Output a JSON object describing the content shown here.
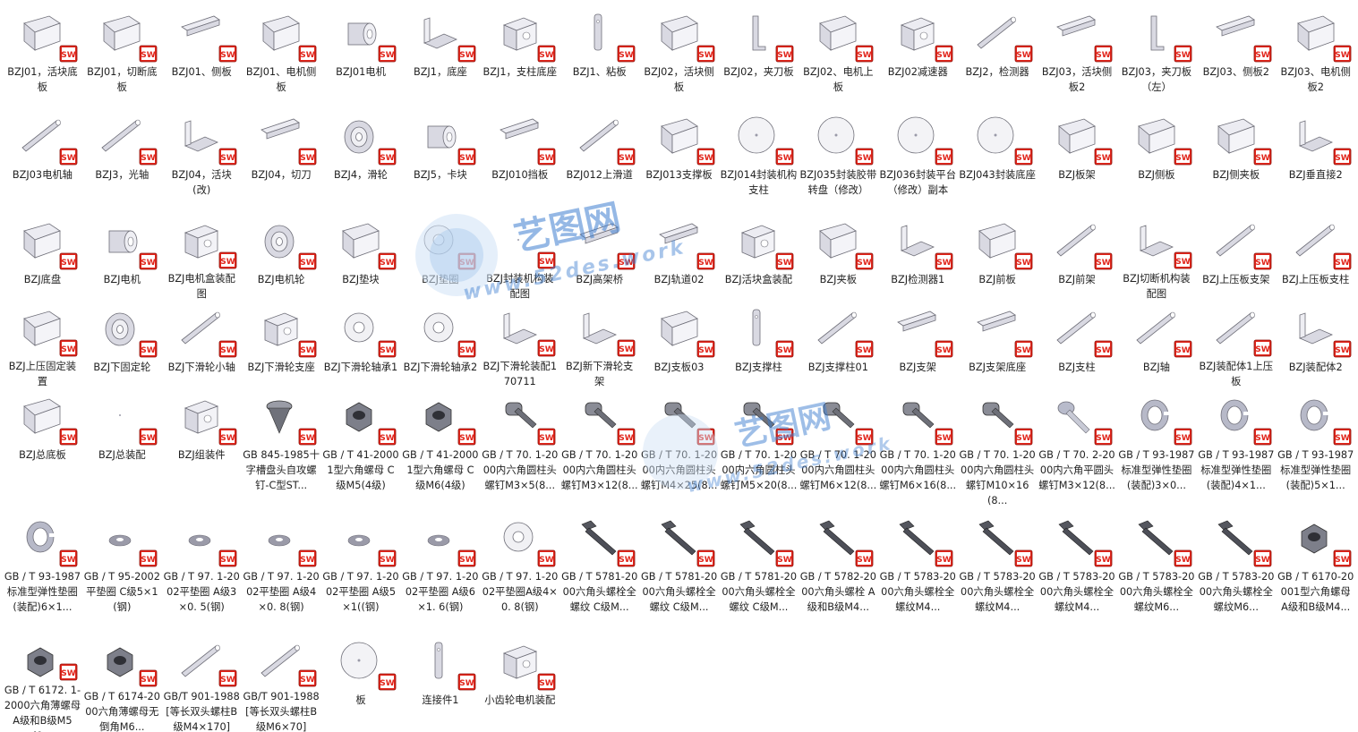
{
  "files": [
    {
      "label": "BZJ01，活块底板",
      "icon": "plate-icon"
    },
    {
      "label": "BZJ01，切断底板",
      "icon": "plate-icon"
    },
    {
      "label": "BZJ01、侧板",
      "icon": "bar-icon"
    },
    {
      "label": "BZJ01、电机侧板",
      "icon": "plate-icon"
    },
    {
      "label": "BZJ01电机",
      "icon": "cylinder-icon"
    },
    {
      "label": "BZJ1，底座",
      "icon": "bracket-icon"
    },
    {
      "label": "BZJ1，支柱底座",
      "icon": "box-icon"
    },
    {
      "label": "BZJ1、粘板",
      "icon": "strip-icon"
    },
    {
      "label": "BZJ02，活块侧板",
      "icon": "plate-icon"
    },
    {
      "label": "BZJ02，夹刀板",
      "icon": "hook-icon"
    },
    {
      "label": "BZJ02、电机上板",
      "icon": "plate-icon"
    },
    {
      "label": "BZJ02减速器",
      "icon": "box-icon"
    },
    {
      "label": "BZJ2，检测器",
      "icon": "rod-icon"
    },
    {
      "label": "BZJ03，活块侧板2",
      "icon": "bar-icon"
    },
    {
      "label": "BZJ03，夹刀板（左）",
      "icon": "hook-icon"
    },
    {
      "label": "BZJ03、侧板2",
      "icon": "bar-icon"
    },
    {
      "label": "BZJ03、电机侧板2",
      "icon": "plate-icon"
    },
    {
      "label": "BZJ03电机轴",
      "icon": "rod-icon"
    },
    {
      "label": "BZJ3，光轴",
      "icon": "rod-icon"
    },
    {
      "label": "BZJ04，活块(改)",
      "icon": "bracket-icon"
    },
    {
      "label": "BZJ04，切刀",
      "icon": "bar-icon"
    },
    {
      "label": "BZJ4，滑轮",
      "icon": "pulley-icon"
    },
    {
      "label": "BZJ5，卡块",
      "icon": "cylinder-icon"
    },
    {
      "label": "BZJ010挡板",
      "icon": "bar-icon"
    },
    {
      "label": "BZJ012上滑道",
      "icon": "rod-icon"
    },
    {
      "label": "BZJ013支撑板",
      "icon": "plate-icon"
    },
    {
      "label": "BZJ014封装机构支柱",
      "icon": "disc-icon"
    },
    {
      "label": "BZJ035封装胶带转盘（修改）",
      "icon": "disc-icon"
    },
    {
      "label": "BZJ036封装平台（修改）副本",
      "icon": "disc-icon"
    },
    {
      "label": "BZJ043封装底座",
      "icon": "disc-icon"
    },
    {
      "label": "BZJ板架",
      "icon": "plate-icon"
    },
    {
      "label": "BZJ侧板",
      "icon": "plate-icon"
    },
    {
      "label": "BZJ侧夹板",
      "icon": "plate-icon"
    },
    {
      "label": "BZJ垂直接2",
      "icon": "bracket-icon"
    },
    {
      "label": "BZJ底盘",
      "icon": "plate-icon"
    },
    {
      "label": "BZJ电机",
      "icon": "cylinder-icon"
    },
    {
      "label": "BZJ电机盒装配图",
      "icon": "box-icon"
    },
    {
      "label": "BZJ电机轮",
      "icon": "pulley-icon"
    },
    {
      "label": "BZJ垫块",
      "icon": "plate-icon"
    },
    {
      "label": "BZJ垫圈",
      "icon": "washer-icon"
    },
    {
      "label": "BZJ封装机构装配图",
      "icon": "blank-icon"
    },
    {
      "label": "BZJ高架桥",
      "icon": "bar-icon"
    },
    {
      "label": "BZJ轨道02",
      "icon": "bar-icon"
    },
    {
      "label": "BZJ活块盒装配",
      "icon": "box-icon"
    },
    {
      "label": "BZJ夹板",
      "icon": "plate-icon"
    },
    {
      "label": "BZJ检测器1",
      "icon": "bracket-icon"
    },
    {
      "label": "BZJ前板",
      "icon": "plate-icon"
    },
    {
      "label": "BZJ前架",
      "icon": "rod-icon"
    },
    {
      "label": "BZJ切断机构装配图",
      "icon": "bracket-icon"
    },
    {
      "label": "BZJ上压板支架",
      "icon": "rod-icon"
    },
    {
      "label": "BZJ上压板支柱",
      "icon": "rod-icon"
    },
    {
      "label": "BZJ上压固定装置",
      "icon": "plate-icon"
    },
    {
      "label": "BZJ下固定轮",
      "icon": "pulley-icon"
    },
    {
      "label": "BZJ下滑轮小轴",
      "icon": "rod-icon"
    },
    {
      "label": "BZJ下滑轮支座",
      "icon": "box-icon"
    },
    {
      "label": "BZJ下滑轮轴承1",
      "icon": "washer-icon"
    },
    {
      "label": "BZJ下滑轮轴承2",
      "icon": "washer-icon"
    },
    {
      "label": "BZJ下滑轮装配170711",
      "icon": "bracket-icon"
    },
    {
      "label": "BZJ新下滑轮支架",
      "icon": "bracket-icon"
    },
    {
      "label": "BZJ支板03",
      "icon": "plate-icon"
    },
    {
      "label": "BZJ支撑柱",
      "icon": "strip-icon"
    },
    {
      "label": "BZJ支撑柱01",
      "icon": "rod-icon"
    },
    {
      "label": "BZJ支架",
      "icon": "bar-icon"
    },
    {
      "label": "BZJ支架底座",
      "icon": "bar-icon"
    },
    {
      "label": "BZJ支柱",
      "icon": "rod-icon"
    },
    {
      "label": "BZJ轴",
      "icon": "rod-icon"
    },
    {
      "label": "BZJ装配体1上压板",
      "icon": "rod-icon"
    },
    {
      "label": "BZJ装配体2",
      "icon": "bracket-icon"
    },
    {
      "label": "BZJ总底板",
      "icon": "plate-icon"
    },
    {
      "label": "BZJ总装配",
      "icon": "blank-icon"
    },
    {
      "label": "BZJ组装件",
      "icon": "box-icon"
    },
    {
      "label": "GB 845-1985十字槽盘头自攻螺钉-C型ST...",
      "icon": "screw-cone-icon"
    },
    {
      "label": "GB / T 41-20001型六角螺母 C级M5(4级)",
      "icon": "nut-icon"
    },
    {
      "label": "GB / T 41-20001型六角螺母 C级M6(4级)",
      "icon": "nut-icon"
    },
    {
      "label": "GB / T 70. 1-2000内六角圆柱头螺钉M3×5(8...",
      "icon": "capscrew-icon"
    },
    {
      "label": "GB / T 70. 1-2000内六角圆柱头螺钉M3×12(8...",
      "icon": "capscrew-icon"
    },
    {
      "label": "GB / T 70. 1-2000内六角圆柱头螺钉M4×25(8...",
      "icon": "capscrew-icon"
    },
    {
      "label": "GB / T 70. 1-2000内六角圆柱头螺钉M5×20(8...",
      "icon": "capscrew-icon"
    },
    {
      "label": "GB / T 70. 1-2000内六角圆柱头螺钉M6×12(8...",
      "icon": "capscrew-icon"
    },
    {
      "label": "GB / T 70. 1-2000内六角圆柱头螺钉M6×16(8...",
      "icon": "capscrew-icon"
    },
    {
      "label": "GB / T 70. 1-2000内六角圆柱头螺钉M10×16(8...",
      "icon": "capscrew-icon"
    },
    {
      "label": "GB / T 70. 2-2000内六角平圆头螺钉M3×12(8...",
      "icon": "bolt-icon"
    },
    {
      "label": "GB / T 93-1987标准型弹性垫圈(装配)3×0...",
      "icon": "springwasher-icon"
    },
    {
      "label": "GB / T 93-1987标准型弹性垫圈(装配)4×1...",
      "icon": "springwasher-icon"
    },
    {
      "label": "GB / T 93-1987标准型弹性垫圈(装配)5×1...",
      "icon": "springwasher-icon"
    },
    {
      "label": "GB / T 93-1987标准型弹性垫圈(装配)6×1...",
      "icon": "springwasher-icon"
    },
    {
      "label": "GB / T 95-2002平垫圈 C级5×1(钢)",
      "icon": "flatwasher-icon"
    },
    {
      "label": "GB / T 97. 1-2002平垫圈 A级3×0. 5(钢)",
      "icon": "flatwasher-icon"
    },
    {
      "label": "GB / T 97. 1-2002平垫圈 A级4×0. 8(钢)",
      "icon": "flatwasher-icon"
    },
    {
      "label": "GB / T 97. 1-2002平垫圈 A级5×1((钢)",
      "icon": "flatwasher-icon"
    },
    {
      "label": "GB / T 97. 1-2002平垫圈 A级6×1. 6(钢)",
      "icon": "flatwasher-icon"
    },
    {
      "label": "GB / T 97. 1-2002平垫圈A级4×0. 8(钢)",
      "icon": "washer-icon"
    },
    {
      "label": "GB / T 5781-2000六角头螺栓全螺纹 C级M...",
      "icon": "hexbolt-icon"
    },
    {
      "label": "GB / T 5781-2000六角头螺栓全螺纹 C级M...",
      "icon": "hexbolt-icon"
    },
    {
      "label": "GB / T 5781-2000六角头螺栓全螺纹 C级M...",
      "icon": "hexbolt-icon"
    },
    {
      "label": "GB / T 5782-2000六角头螺栓 A级和B级M4...",
      "icon": "hexbolt-icon"
    },
    {
      "label": "GB / T 5783-2000六角头螺栓全螺纹M4...",
      "icon": "hexbolt-icon"
    },
    {
      "label": "GB / T 5783-2000六角头螺栓全螺纹M4...",
      "icon": "hexbolt-icon"
    },
    {
      "label": "GB / T 5783-2000六角头螺栓全螺纹M4...",
      "icon": "hexbolt-icon"
    },
    {
      "label": "GB / T 5783-2000六角头螺栓全螺纹M6...",
      "icon": "hexbolt-icon"
    },
    {
      "label": "GB / T 5783-2000六角头螺栓全螺纹M6...",
      "icon": "hexbolt-icon"
    },
    {
      "label": "GB / T 6170-20001型六角螺母 A级和B级M4...",
      "icon": "nut-icon"
    },
    {
      "label": "GB / T 6172. 1-2000六角薄螺母 A级和B级M5(0...",
      "icon": "nut-icon"
    },
    {
      "label": "GB / T 6174-2000六角薄螺母无倒角M6...",
      "icon": "nut-icon"
    },
    {
      "label": "GB/T 901-1988[等长双头螺柱B级M4×170]",
      "icon": "rod-icon"
    },
    {
      "label": "GB/T 901-1988[等长双头螺柱B级M6×70]",
      "icon": "rod-icon"
    },
    {
      "label": "板",
      "icon": "disc-icon"
    },
    {
      "label": "连接件1",
      "icon": "strip-icon"
    },
    {
      "label": "小齿轮电机装配",
      "icon": "box-icon"
    }
  ],
  "badge": {
    "text": "SW",
    "color": "#e1251b"
  },
  "watermark": {
    "title": "艺图网",
    "url": "www.52des.work"
  },
  "colors": {
    "part": "#d9d9e2",
    "partDark": "#9a9aa8",
    "outline": "#6e6e78"
  }
}
